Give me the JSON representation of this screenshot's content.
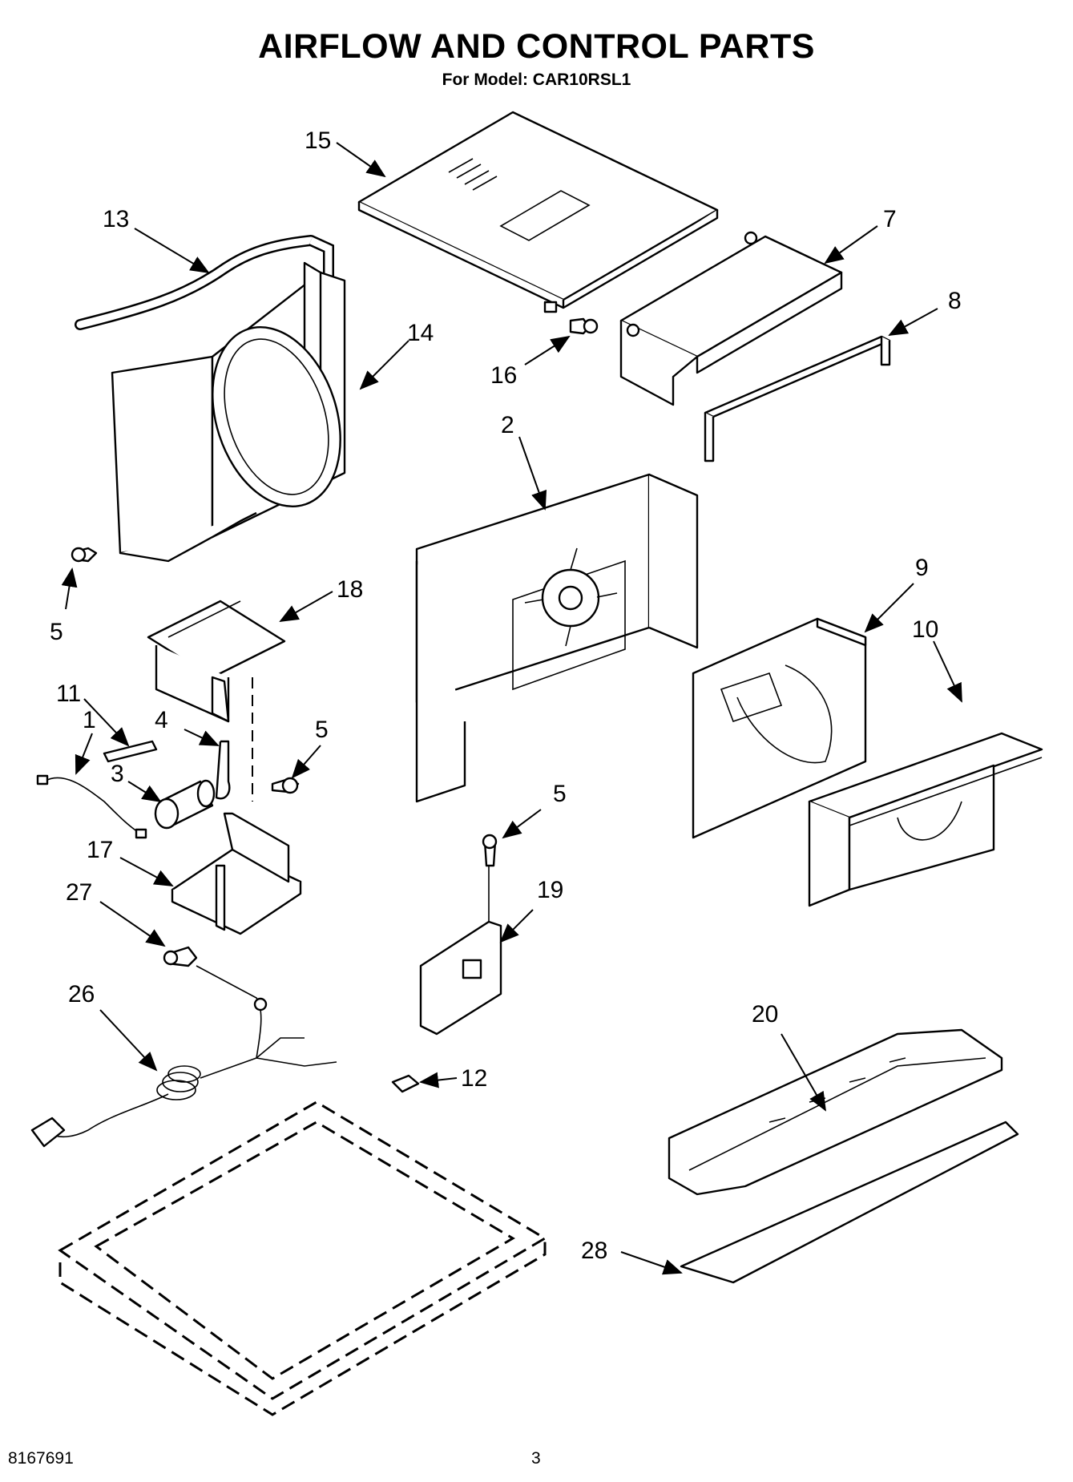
{
  "header": {
    "title": "AIRFLOW AND CONTROL PARTS",
    "subtitle": "For Model: CAR10RSL1"
  },
  "callouts": [
    "15",
    "13",
    "7",
    "8",
    "14",
    "16",
    "2",
    "9",
    "10",
    "5",
    "18",
    "11",
    "5",
    "1",
    "4",
    "3",
    "17",
    "27",
    "5",
    "19",
    "26",
    "12",
    "20",
    "28"
  ],
  "footer": {
    "doc_number": "8167691",
    "page_number": "3"
  }
}
